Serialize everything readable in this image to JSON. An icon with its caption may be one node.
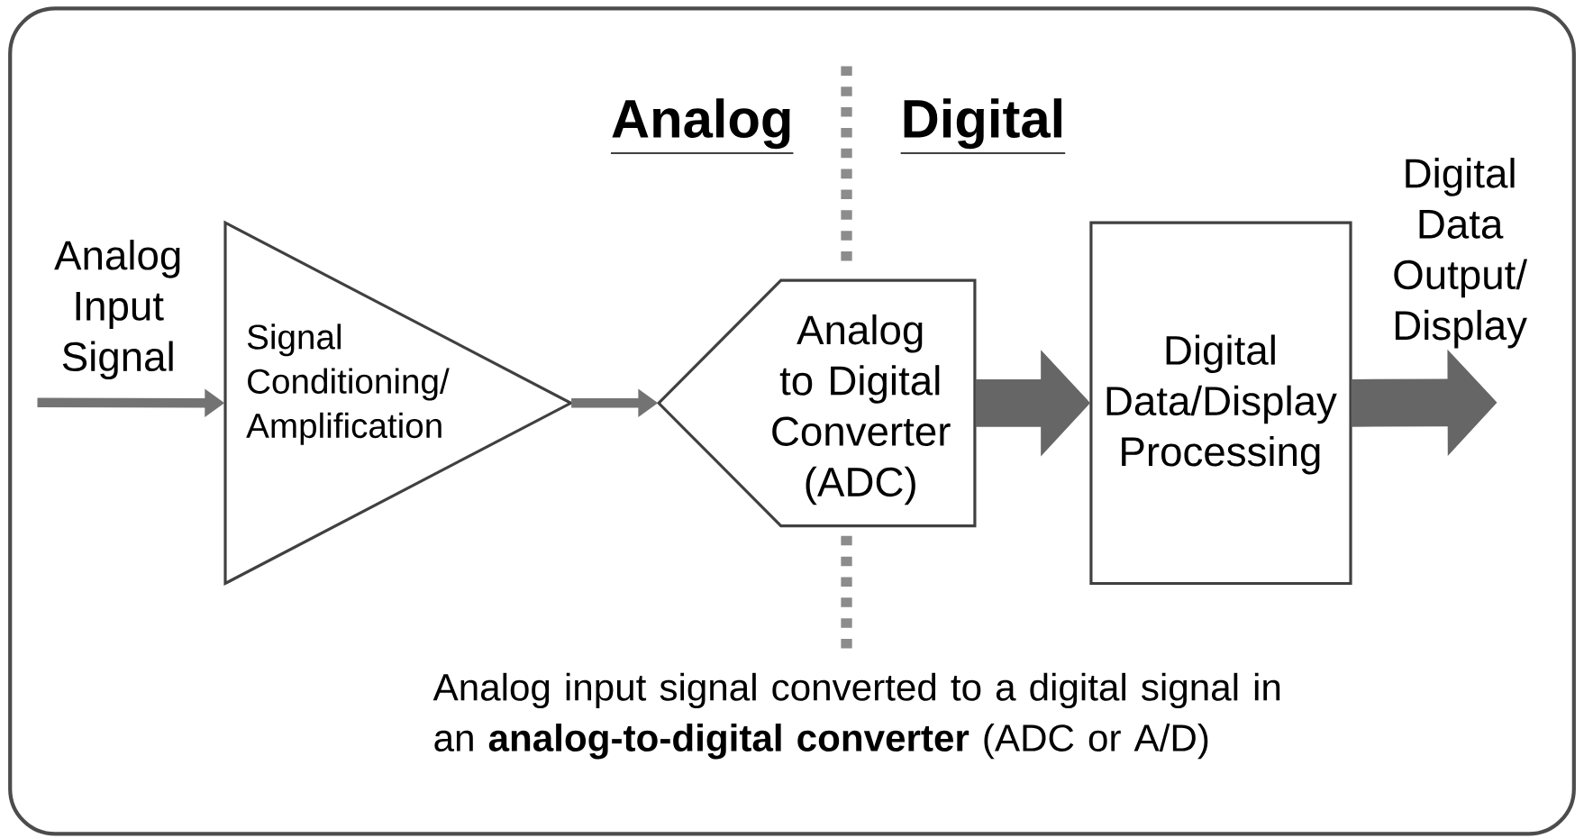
{
  "diagram": {
    "caption": "Analog input signal converted to a digital signal in an **analog-to-digital converter** (ADC or A/D)",
    "nodes": [
      {
        "text": [
          "Signal Conditioning/ Amplification"
        ]
      },
      {
        "text": [
          "Analog to Digital Converter (ADC)"
        ]
      },
      {
        "text": [
          "Digital Data/Display Processing"
        ]
      }
    ],
    "edges": [
      {
        "from": null,
        "to": 0,
        "arrow": "to"
      },
      {
        "from": 0,
        "to": 1,
        "arrow": "to"
      },
      {
        "from": 1,
        "to": 2,
        "arrow": "to",
        "style": "thick"
      },
      {
        "from": 2,
        "to": null,
        "arrow": "to",
        "style": "thick"
      }
    ],
    "labels": [
      "Analog",
      "Digital",
      "Analog Input Signal",
      "Digital Data Output/ Display"
    ]
  }
}
